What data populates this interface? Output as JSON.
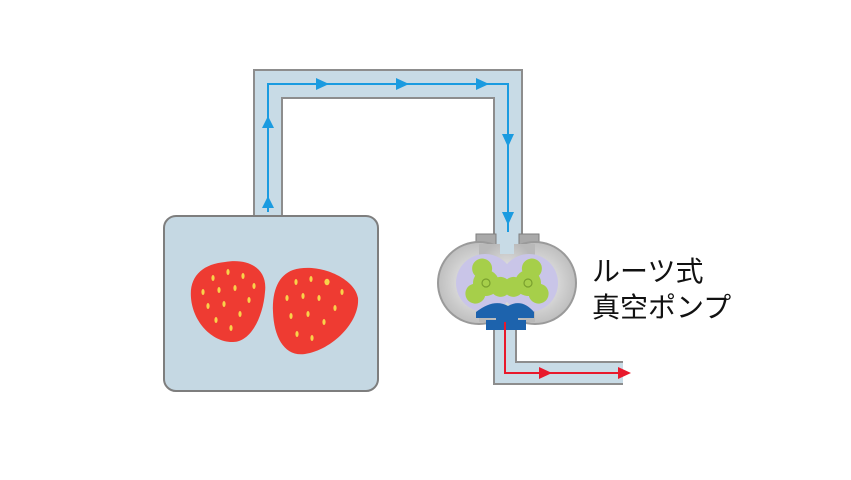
{
  "label": {
    "line1": "ルーツ式",
    "line2": "真空ポンプ"
  },
  "colors": {
    "pipe_fill": "#c8dbe6",
    "pipe_stroke": "#8d8d8d",
    "tank_fill": "#c5d8e3",
    "tank_stroke": "#7e7e7e",
    "air_flow": "#1a9be0",
    "exhaust_flow": "#e8192c",
    "strawberry": "#ee3b32",
    "seed": "#f9d24a",
    "rotor": "#a6cf4a",
    "pump_chamber": "#c9c5e8",
    "pump_housing": "#d5d5d5",
    "outlet": "#1d63ad"
  },
  "components": [
    {
      "name": "vacuum-chamber",
      "contents": "strawberries",
      "count": 2
    },
    {
      "name": "suction-pipe",
      "flow": "air"
    },
    {
      "name": "roots-vacuum-pump",
      "rotors": 2
    },
    {
      "name": "exhaust-pipe",
      "flow": "exhaust"
    }
  ]
}
